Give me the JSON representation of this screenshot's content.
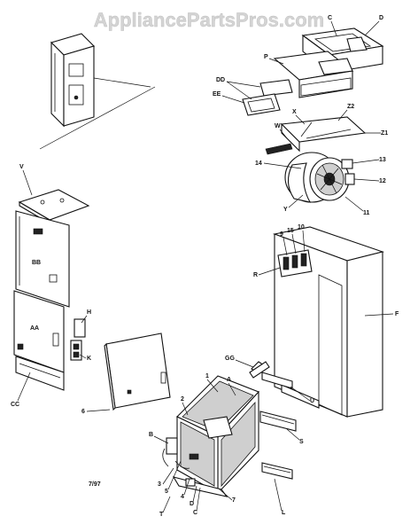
{
  "watermark": "AppliancePartsPros.com",
  "date_code": "7/97",
  "labels": {
    "C": "C",
    "D": "D",
    "P": "P",
    "DD": "DD",
    "EE": "EE",
    "X": "X",
    "Z2": "Z2",
    "Z1": "Z1",
    "W": "W",
    "n14": "14",
    "n13": "13",
    "n12": "12",
    "Y": "Y",
    "n11": "11",
    "V": "V",
    "BB": "BB",
    "n9": "9",
    "n15": "15",
    "n10": "10",
    "R_top": "R",
    "F": "F",
    "H": "H",
    "AA": "AA",
    "K": "K",
    "CC": "CC",
    "GG": "GG",
    "n1": "1",
    "A": "A",
    "U": "U",
    "n6": "6",
    "n2": "2",
    "B": "B",
    "S": "S",
    "n3": "3",
    "n5": "5",
    "n4": "4",
    "D_bot": "D",
    "C_bot": "C",
    "n7": "7",
    "T": "T",
    "L": "L"
  }
}
